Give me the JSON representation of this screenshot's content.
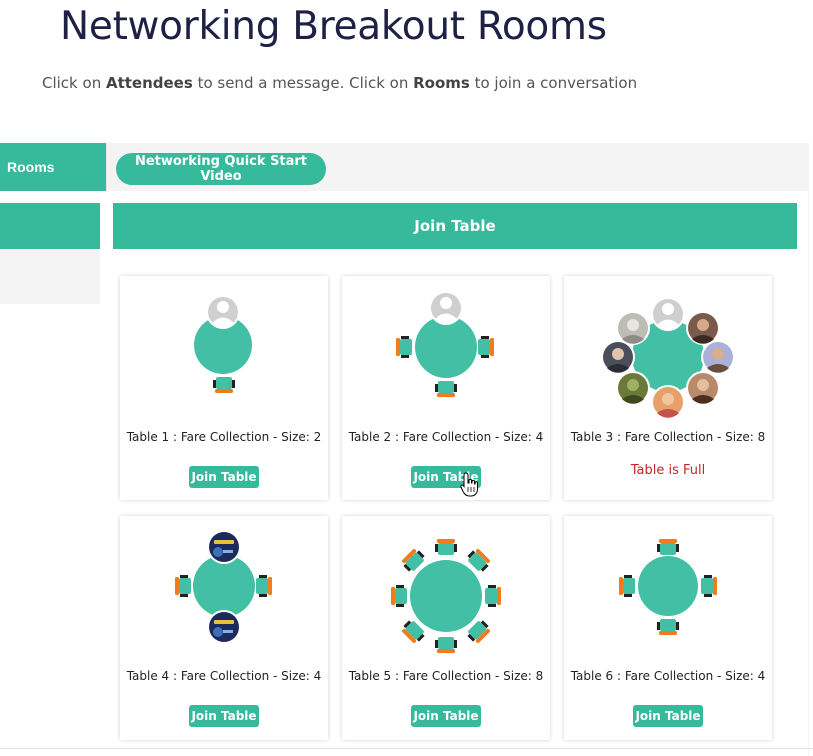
{
  "header": {
    "title": "Networking Breakout Rooms",
    "instructions": {
      "part1": "Click on ",
      "attendees": "Attendees",
      "part2": " to send a message. Click on ",
      "rooms": "Rooms",
      "part3": " to join a conversation"
    }
  },
  "sidebar": {
    "rooms_label": "Rooms"
  },
  "toolbar": {
    "quick_start_label": "Networking Quick Start Video"
  },
  "banner": {
    "join_table_label": "Join Table"
  },
  "tables": [
    {
      "label": "Table 1 : Fare Collection - Size: 2",
      "action": "Join Table",
      "occupied": 1,
      "seats": 2
    },
    {
      "label": "Table 2 : Fare Collection - Size: 4",
      "action": "Join Table",
      "occupied": 1,
      "seats": 4
    },
    {
      "label": "Table 3 : Fare Collection - Size: 8",
      "status": "Table is Full",
      "occupied": 8,
      "seats": 8
    },
    {
      "label": "Table 4 : Fare Collection - Size: 4",
      "action": "Join Table",
      "occupied": 2,
      "seats": 4
    },
    {
      "label": "Table 5 : Fare Collection - Size: 8",
      "action": "Join Table",
      "occupied": 0,
      "seats": 8
    },
    {
      "label": "Table 6 : Fare Collection - Size: 4",
      "action": "Join Table",
      "occupied": 0,
      "seats": 4
    }
  ],
  "colors": {
    "accent": "#37b99c",
    "table": "#43bfa5",
    "chair_back": "#f07c1b",
    "full": "#c0292b"
  },
  "icons": {
    "chair": "chair-icon",
    "avatar": "avatar-icon",
    "cursor": "hand-cursor-icon"
  }
}
